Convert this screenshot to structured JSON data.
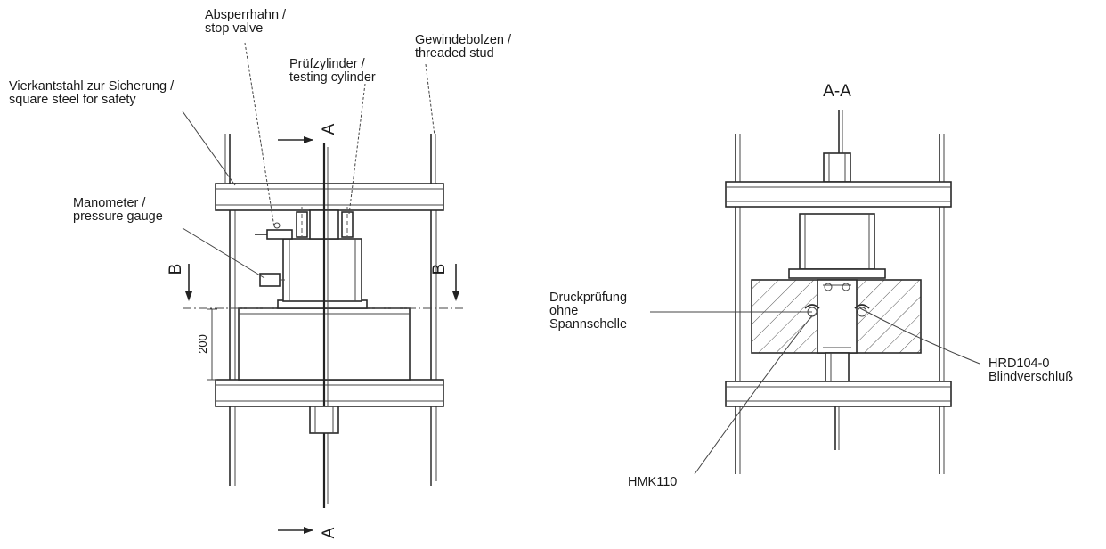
{
  "left_view": {
    "labels": {
      "stop_valve": [
        "Absperrhahn /",
        "stop valve"
      ],
      "threaded_stud": [
        "Gewindebolzen /",
        "threaded stud"
      ],
      "testing_cylinder": [
        "Prüfzylinder /",
        "testing cylinder"
      ],
      "square_steel": [
        "Vierkantstahl zur Sicherung /",
        "square steel for safety"
      ],
      "pressure_gauge": [
        "Manometer /",
        "pressure gauge"
      ]
    },
    "section_marks": {
      "a_top": "A",
      "a_bottom": "A",
      "b_left": "B",
      "b_right": "B"
    },
    "dimension": "200"
  },
  "right_view": {
    "title": "A-A",
    "labels": {
      "pressure_test": [
        "Druckprüfung",
        "ohne",
        "Spannschelle"
      ],
      "blind_closure": [
        "HRD104-0",
        "Blindverschluß"
      ],
      "coupling": "HMK110"
    }
  }
}
